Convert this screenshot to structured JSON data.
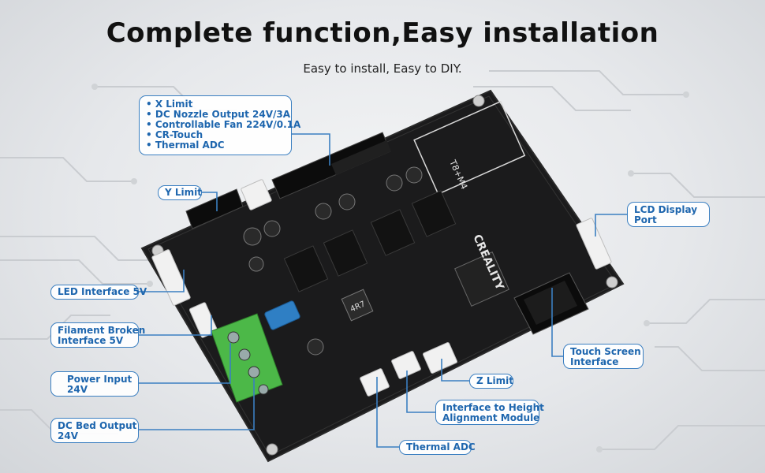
{
  "header": {
    "title": "Complete function,Easy installation",
    "subtitle": "Easy to install, Easy to DIY."
  },
  "callouts": {
    "top_list": [
      "X Limit",
      "DC Nozzle Output 24V/3A",
      "Controllable Fan 224V/0.1A",
      "CR-Touch",
      "Thermal ADC"
    ],
    "y_limit": "Y Limit",
    "led_interface": "LED Interface 5V",
    "filament_broken": [
      "Filament Broken",
      "Interface 5V"
    ],
    "power_input": [
      "Power Input",
      "24V"
    ],
    "dc_bed_output": [
      "DC Bed Output",
      "24V"
    ],
    "thermal_adc": "Thermal ADC",
    "height_module": [
      "Interface to Height",
      "Alignment Module"
    ],
    "z_limit": "Z Limit",
    "touch_screen": [
      "Touch Screen",
      "Interface"
    ],
    "lcd_display": [
      "LCD Display",
      "Port"
    ]
  },
  "board": {
    "brand": "CREALITY",
    "chip_label": "T8+M4",
    "inductor_label": "4R7"
  },
  "colors": {
    "accent": "#3b7fc1",
    "board": "#1a1a1a",
    "terminal": "#4cb848",
    "fuse": "#2f7fc4"
  }
}
